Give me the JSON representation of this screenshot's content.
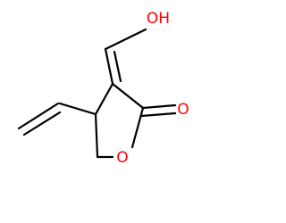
{
  "molecule": {
    "atoms": {
      "hydroxyl": "OH",
      "carbonyl_oxygen": "O",
      "ring_oxygen": "O"
    },
    "colors": {
      "bond": "#000000",
      "oxygen": "#ff0000",
      "background": "#ffffff"
    }
  }
}
